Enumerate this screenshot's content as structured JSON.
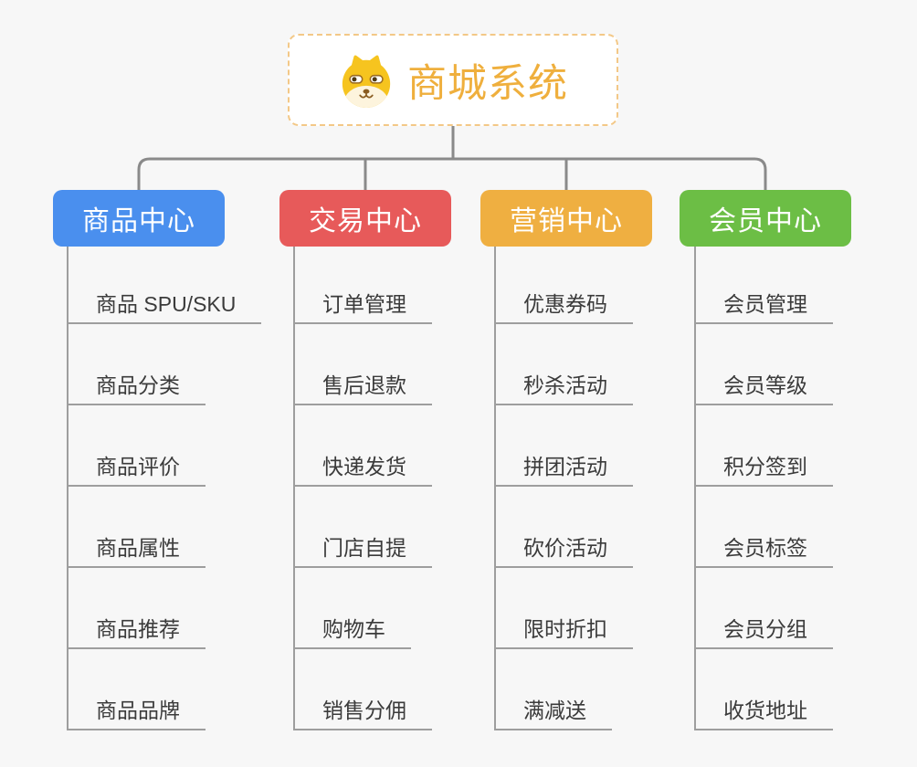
{
  "root": {
    "title": "商城系统",
    "icon": "doge-face-icon",
    "title_color": "#efaf3d",
    "border_color": "#f3c887",
    "background": "#ffffff"
  },
  "branches": [
    {
      "label": "商品中心",
      "color": "#4a8fee",
      "items": [
        "商品 SPU/SKU",
        "商品分类",
        "商品评价",
        "商品属性",
        "商品推荐",
        "商品品牌"
      ]
    },
    {
      "label": "交易中心",
      "color": "#e75a5a",
      "items": [
        "订单管理",
        "售后退款",
        "快递发货",
        "门店自提",
        "购物车",
        "销售分佣"
      ]
    },
    {
      "label": "营销中心",
      "color": "#efaf41",
      "items": [
        "优惠券码",
        "秒杀活动",
        "拼团活动",
        "砍价活动",
        "限时折扣",
        "满减送"
      ]
    },
    {
      "label": "会员中心",
      "color": "#6cbe45",
      "items": [
        "会员管理",
        "会员等级",
        "积分签到",
        "会员标签",
        "会员分组",
        "收货地址"
      ]
    }
  ],
  "connector_color": "#8a8a8a",
  "line_color": "#9e9e9e",
  "background_color": "#f7f7f7"
}
